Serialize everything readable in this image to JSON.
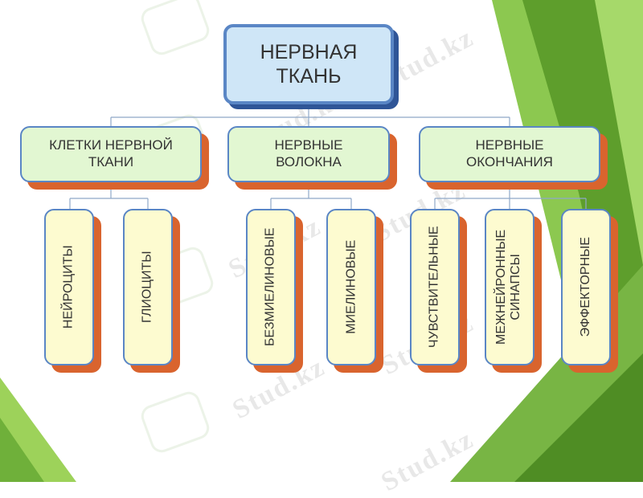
{
  "root": {
    "label": "НЕРВНАЯ\nТКАНЬ"
  },
  "branches": [
    {
      "label": "КЛЕТКИ НЕРВНОЙ\nТКАНИ",
      "children": [
        "НЕЙРОЦИТЫ",
        "ГЛИОЦИТЫ"
      ]
    },
    {
      "label": "НЕРВНЫЕ\nВОЛОКНА",
      "children": [
        "БЕЗМИЕЛИНОВЫЕ",
        "МИЕЛИНОВЫЕ"
      ]
    },
    {
      "label": "НЕРВНЫЕ\nОКОНЧАНИЯ",
      "children": [
        "ЧУВСТВИТЕЛЬНЫЕ",
        "МЕЖНЕЙРОННЫЕ\nСИНАПСЫ",
        "ЭФФЕКТОРНЫЕ"
      ]
    }
  ],
  "watermark": "Stud.kz",
  "colors": {
    "border": "#5a86c5",
    "shadow": "#d9642e",
    "root_fill": "#cfe6f7",
    "mid_fill": "#e2f7d2",
    "leaf_fill": "#fdfbd0",
    "green_dark": "#5a9a2a",
    "green_light": "#a8d86a"
  }
}
